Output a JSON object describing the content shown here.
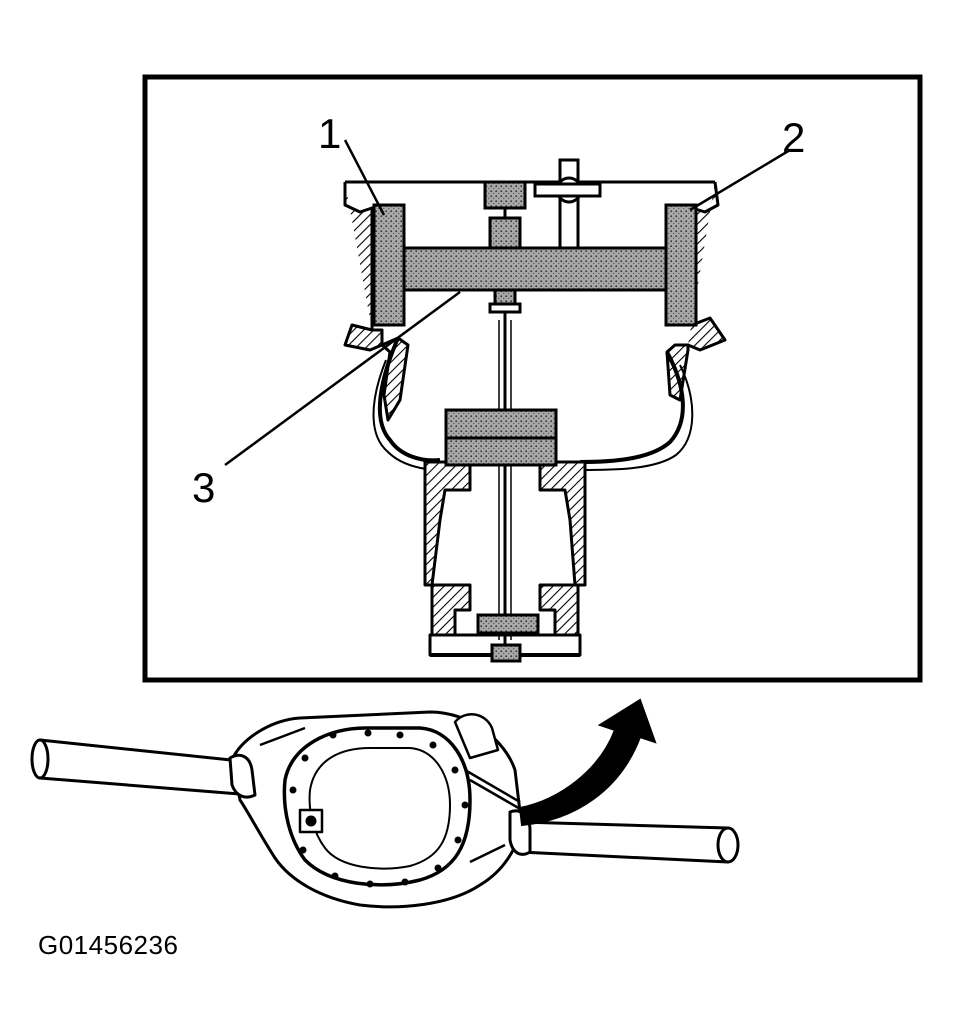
{
  "callouts": {
    "c1": "1",
    "c2": "2",
    "c3": "3"
  },
  "figure_id": "G01456236",
  "colors": {
    "ink": "#000000",
    "shaded": "#9a9a9a",
    "paper": "#ffffff"
  }
}
